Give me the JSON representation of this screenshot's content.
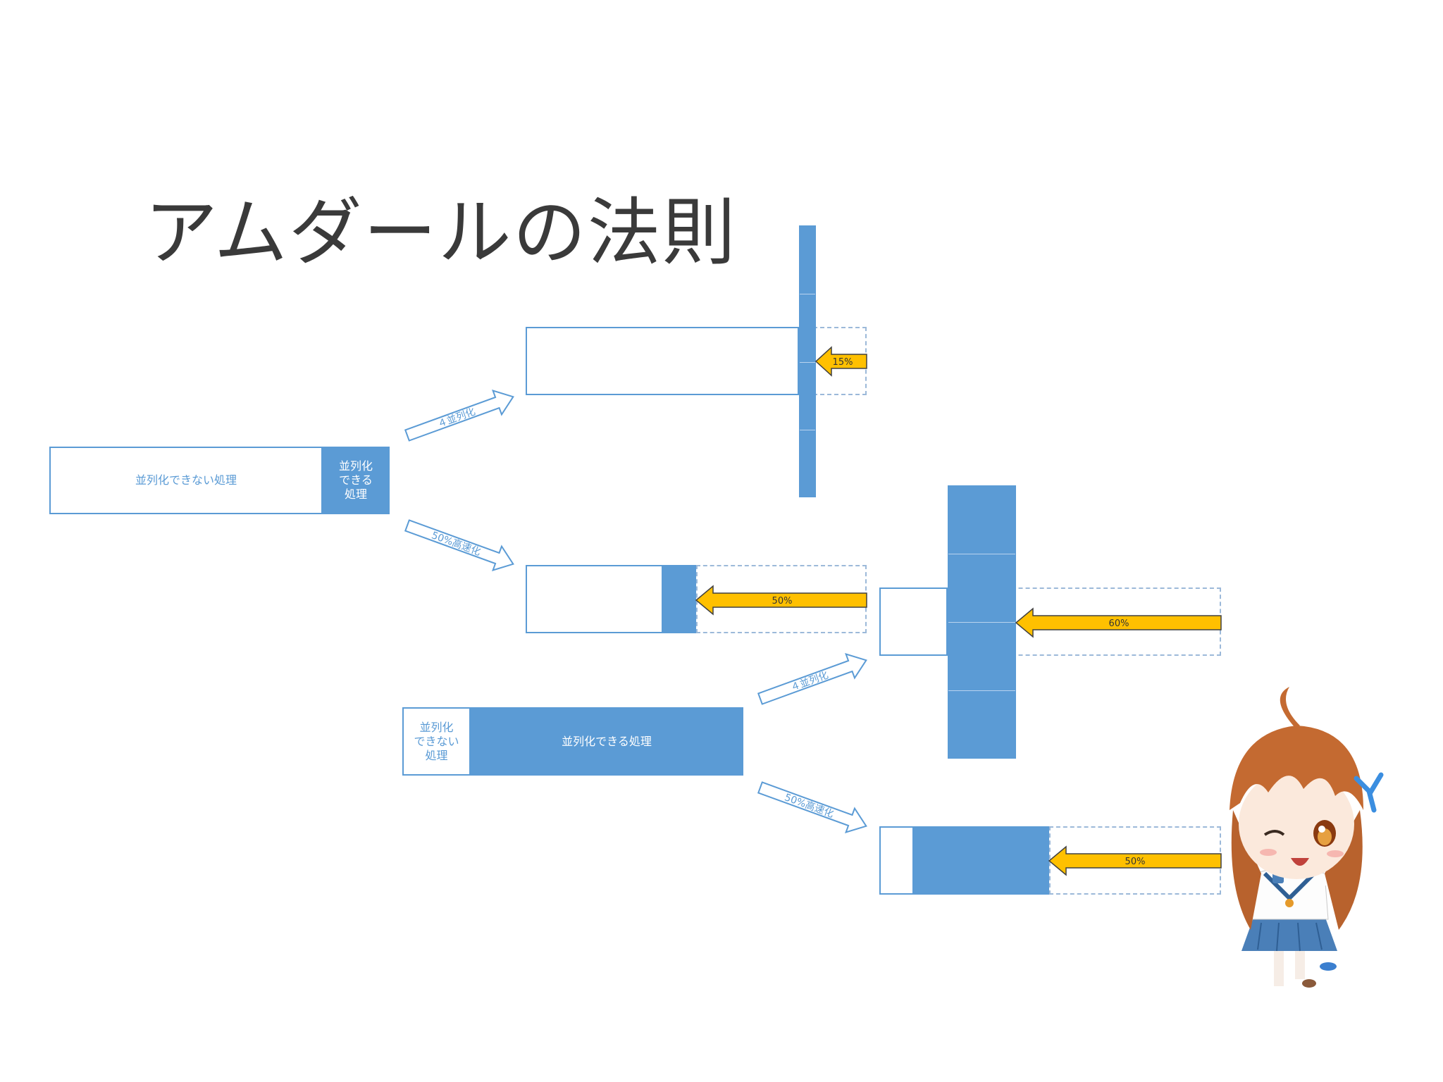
{
  "title": "アムダールの法則",
  "labels": {
    "serial_part": "並列化できない処理",
    "parallel_part_short": "並列化\nできる\n処理",
    "serial_part_short": "並列化\nできない\n処理",
    "parallel_part": "並列化できる処理"
  },
  "arrows": {
    "parallel_4": "４並列化",
    "speedup_50": "50%高速化"
  },
  "percentages": {
    "top_parallel": "15%",
    "top_speedup": "50%",
    "bottom_parallel": "60%",
    "bottom_speedup": "50%"
  },
  "colors": {
    "accent_blue": "#5b9bd5",
    "arrow_yellow": "#ffc000"
  }
}
